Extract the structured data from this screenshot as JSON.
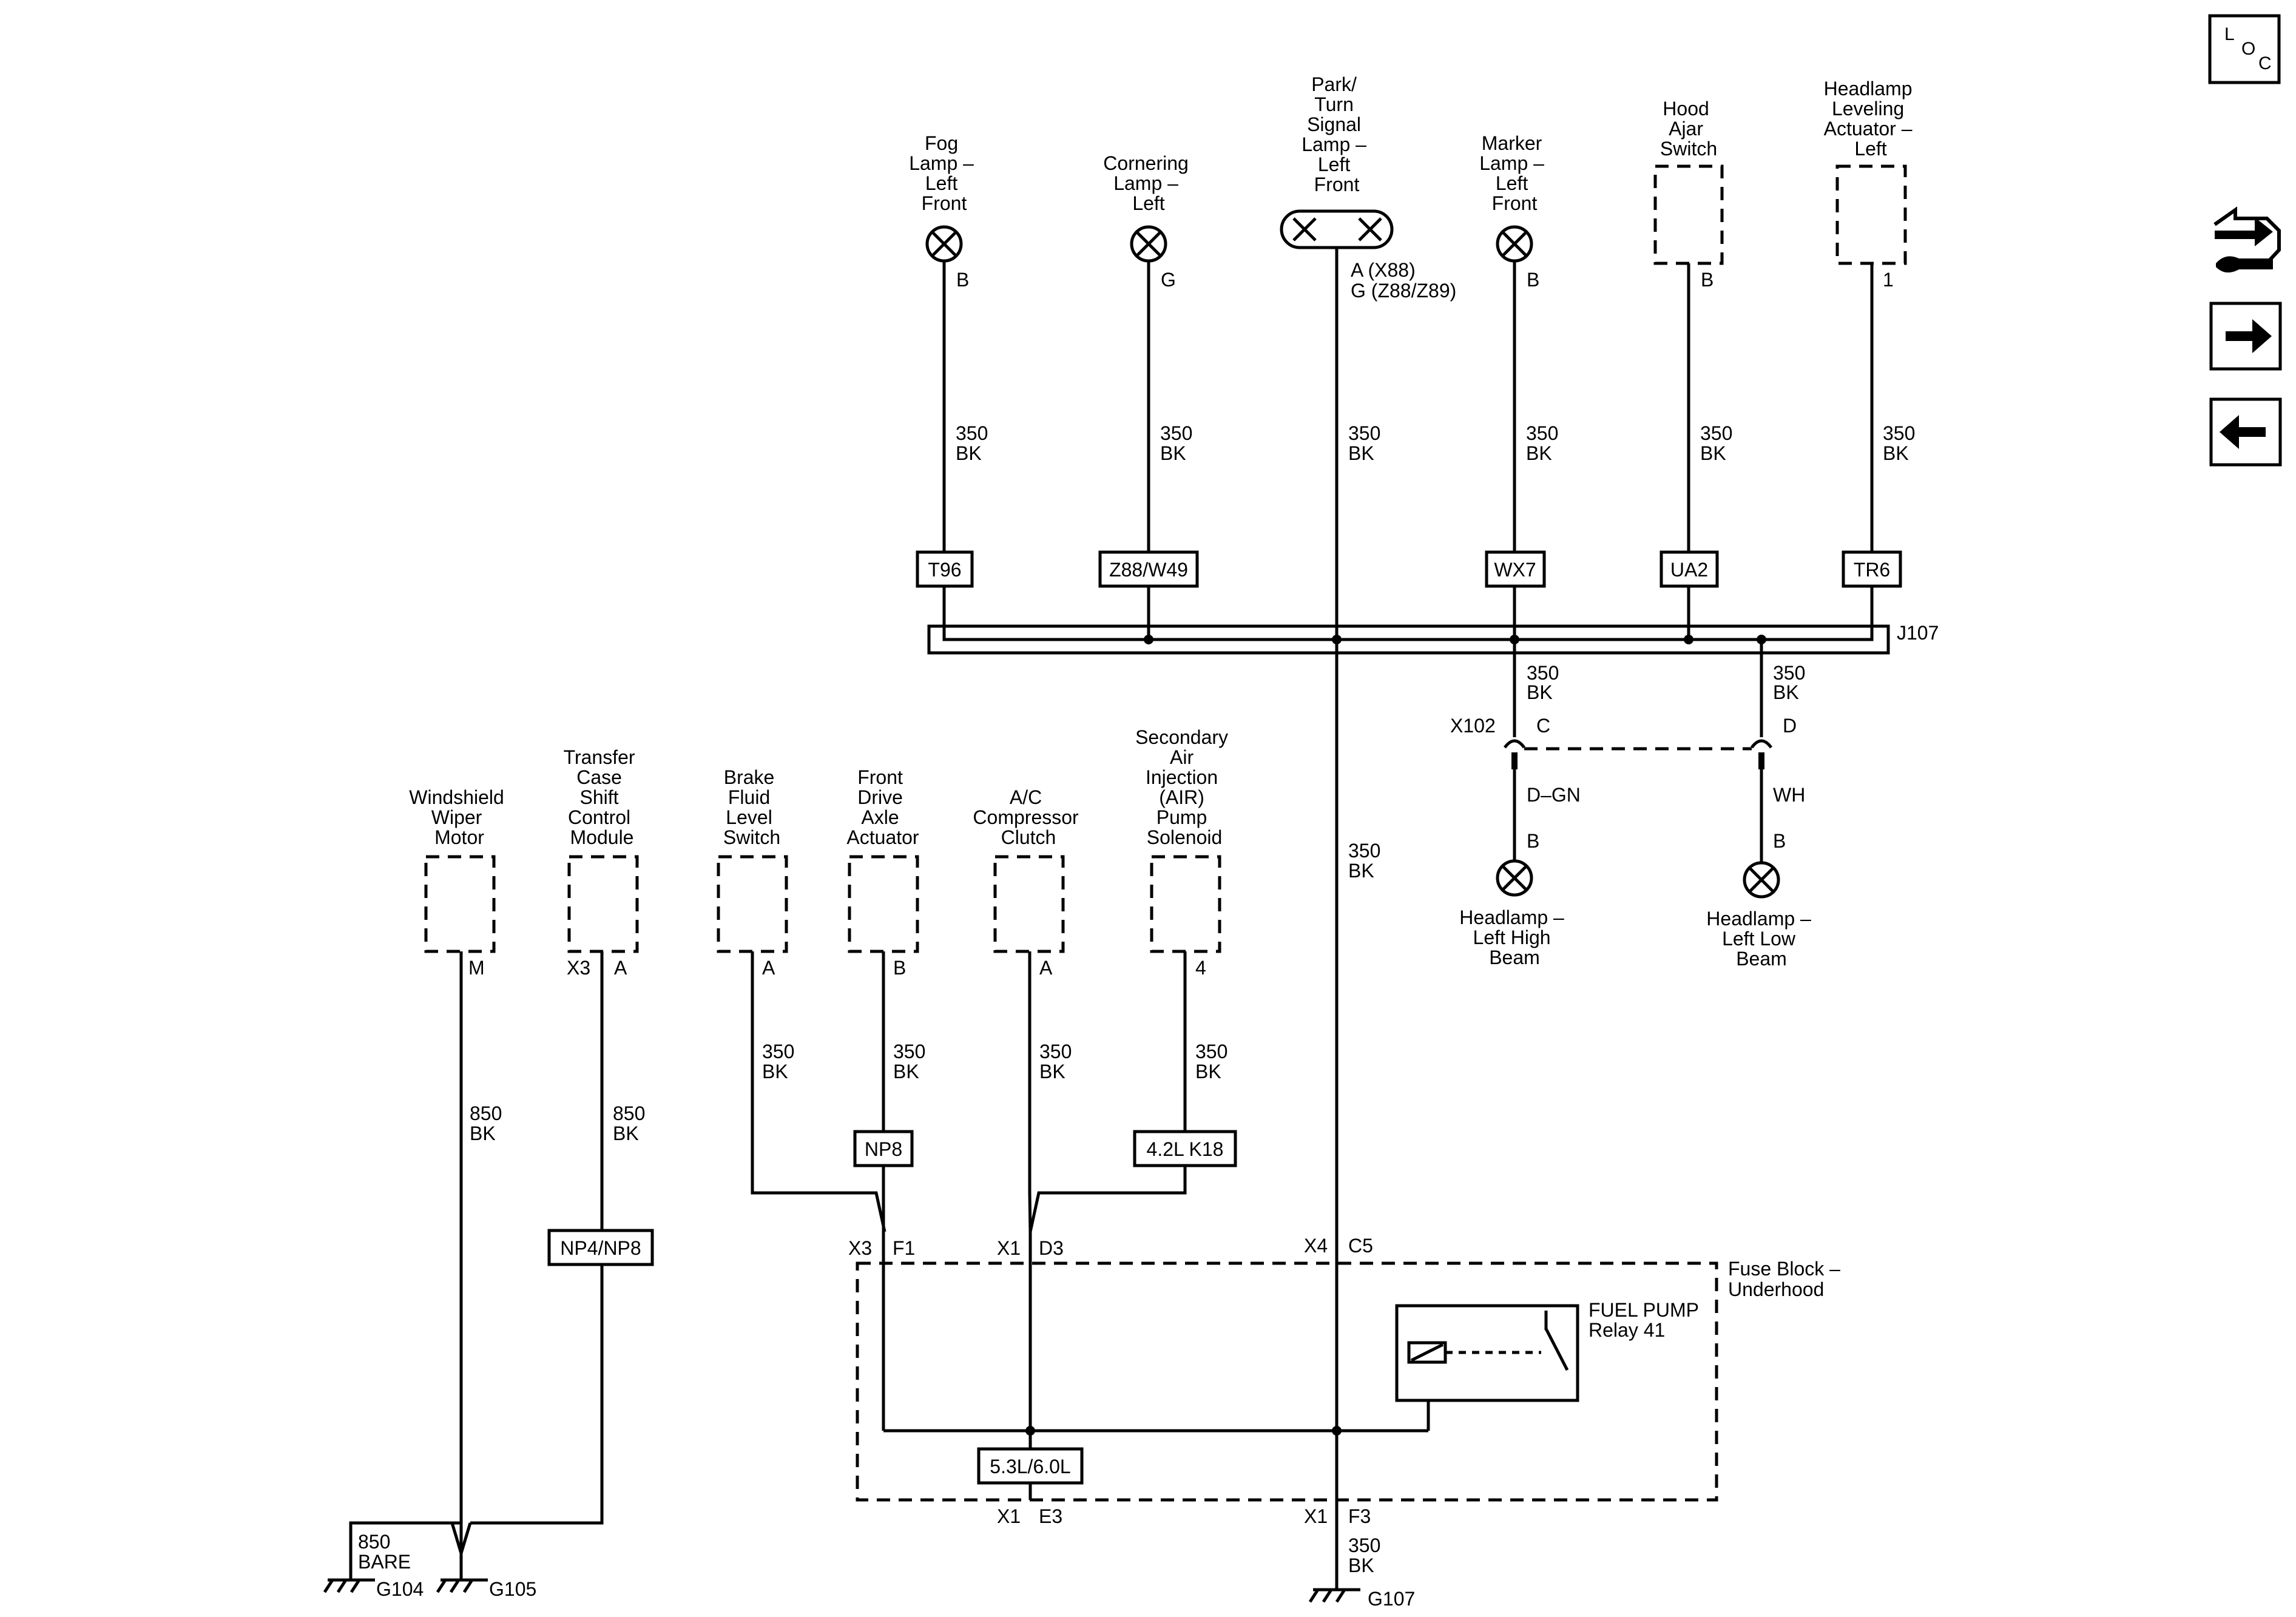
{
  "top_components": [
    {
      "label_lines": [
        "Fog",
        "Lamp –",
        "Left",
        "Front"
      ],
      "pin": "B",
      "wire_gauge": "350",
      "wire_color": "BK",
      "option": "T96"
    },
    {
      "label_lines": [
        "Cornering",
        "Lamp –",
        "Left"
      ],
      "pin": "G",
      "wire_gauge": "350",
      "wire_color": "BK",
      "option": "Z88/W49"
    },
    {
      "label_lines": [
        "Park/",
        "Turn",
        "Signal",
        "Lamp –",
        "Left",
        "Front"
      ],
      "pin_lines": [
        "A (X88)",
        "G (Z88/Z89)"
      ],
      "wire_gauge": "350",
      "wire_color": "BK",
      "lower_wire_gauge": "350",
      "lower_wire_color": "BK"
    },
    {
      "label_lines": [
        "Marker",
        "Lamp –",
        "Left",
        "Front"
      ],
      "pin": "B",
      "wire_gauge": "350",
      "wire_color": "BK",
      "option": "WX7"
    },
    {
      "label_lines": [
        "Hood",
        "Ajar",
        "Switch"
      ],
      "pin": "B",
      "wire_gauge": "350",
      "wire_color": "BK",
      "option": "UA2"
    },
    {
      "label_lines": [
        "Headlamp",
        "Leveling",
        "Actuator –",
        "Left"
      ],
      "pin": "1",
      "wire_gauge": "350",
      "wire_color": "BK",
      "option": "TR6"
    }
  ],
  "splice": "J107",
  "splice_out": [
    {
      "wire_gauge": "350",
      "wire_color": "BK",
      "connector_pin": "C",
      "wire_after": "D–GN",
      "lamp_pin": "B",
      "label_lines": [
        "Headlamp –",
        "Left High",
        "Beam"
      ]
    },
    {
      "wire_gauge": "350",
      "wire_color": "BK",
      "connector_pin": "D",
      "wire_after": "WH",
      "lamp_pin": "B",
      "label_lines": [
        "Headlamp –",
        "Left Low",
        "Beam"
      ]
    }
  ],
  "connector_x102": "X102",
  "lower_components": [
    {
      "label_lines": [
        "Windshield",
        "Wiper",
        "Motor"
      ],
      "pins": [
        "M"
      ],
      "wire_gauge": "850",
      "wire_color": "BK"
    },
    {
      "label_lines": [
        "Transfer",
        "Case",
        "Shift",
        "Control",
        "Module"
      ],
      "pins": [
        "X3",
        "A"
      ],
      "wire_gauge": "850",
      "wire_color": "BK",
      "option": "NP4/NP8"
    },
    {
      "label_lines": [
        "Brake",
        "Fluid",
        "Level",
        "Switch"
      ],
      "pins": [
        "A"
      ],
      "wire_gauge": "350",
      "wire_color": "BK"
    },
    {
      "label_lines": [
        "Front",
        "Drive",
        "Axle",
        "Actuator"
      ],
      "pins": [
        "B"
      ],
      "wire_gauge": "350",
      "wire_color": "BK",
      "option": "NP8"
    },
    {
      "label_lines": [
        "A/C",
        "Compressor",
        "Clutch"
      ],
      "pins": [
        "A"
      ],
      "wire_gauge": "350",
      "wire_color": "BK"
    },
    {
      "label_lines": [
        "Secondary",
        "Air",
        "Injection",
        "(AIR)",
        "Pump",
        "Solenoid"
      ],
      "pins": [
        "4"
      ],
      "wire_gauge": "350",
      "wire_color": "BK",
      "option": "4.2L K18"
    }
  ],
  "fuse_block": {
    "label_lines": [
      "Fuse Block –",
      "Underhood"
    ],
    "relay_lines": [
      "FUEL PUMP",
      "Relay 41"
    ],
    "pins_top": [
      [
        "X3",
        "F1"
      ],
      [
        "X1",
        "D3"
      ],
      [
        "X4",
        "C5"
      ]
    ],
    "pins_bottom": [
      [
        "X1",
        "E3"
      ],
      [
        "X1",
        "F3"
      ]
    ],
    "engine_option": "5.3L/6.0L"
  },
  "grounds": {
    "bare_gauge": "850",
    "bare_color": "BARE",
    "g104": "G104",
    "g105": "G105",
    "g107": "G107",
    "g107_wire_gauge": "350",
    "g107_wire_color": "BK"
  },
  "nav": {
    "loc_chars": [
      "L",
      "O",
      "C"
    ],
    "icons": [
      "connector-wrench-icon",
      "arrow-right-icon",
      "arrow-left-icon"
    ]
  }
}
